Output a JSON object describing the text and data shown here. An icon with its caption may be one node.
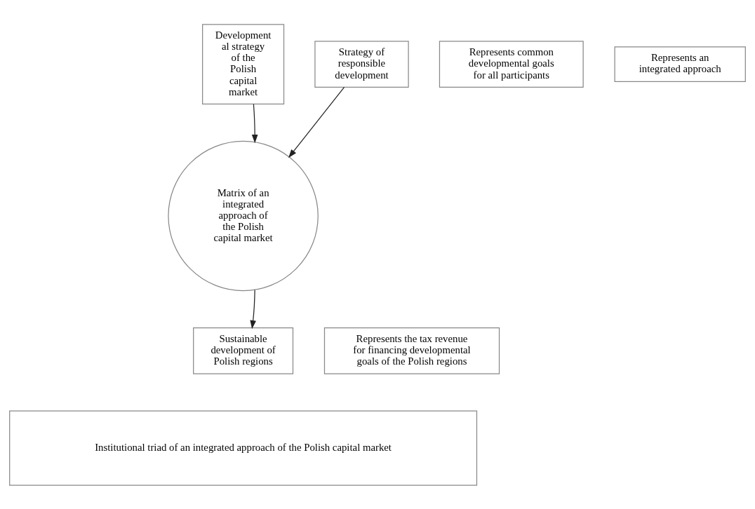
{
  "diagram": {
    "nodes": [
      {
        "text": [
          "Development al strategy of the Polish capital market"
        ]
      },
      {
        "text": [
          "Strategy of responsible development"
        ]
      },
      {
        "text": [
          "Represents common developmental goals for all participants"
        ]
      },
      {
        "text": [
          "Matrix of an integrated approach of the Polish capital market"
        ]
      },
      {
        "text": [
          "Represents an integrated approach"
        ]
      },
      {
        "text": [
          "Sustainable development of Polish regions"
        ]
      },
      {
        "text": [
          "Represents the tax revenue for financing developmental goals of the Polish regions"
        ]
      },
      {
        "text": [
          "Institutional triad of an integrated approach of the Polish capital market"
        ]
      }
    ],
    "edges": [
      {
        "from": 0,
        "to": 3,
        "arrow": "to"
      },
      {
        "from": 1,
        "to": 3,
        "arrow": "to"
      },
      {
        "from": 3,
        "to": 5,
        "arrow": "to"
      }
    ]
  }
}
